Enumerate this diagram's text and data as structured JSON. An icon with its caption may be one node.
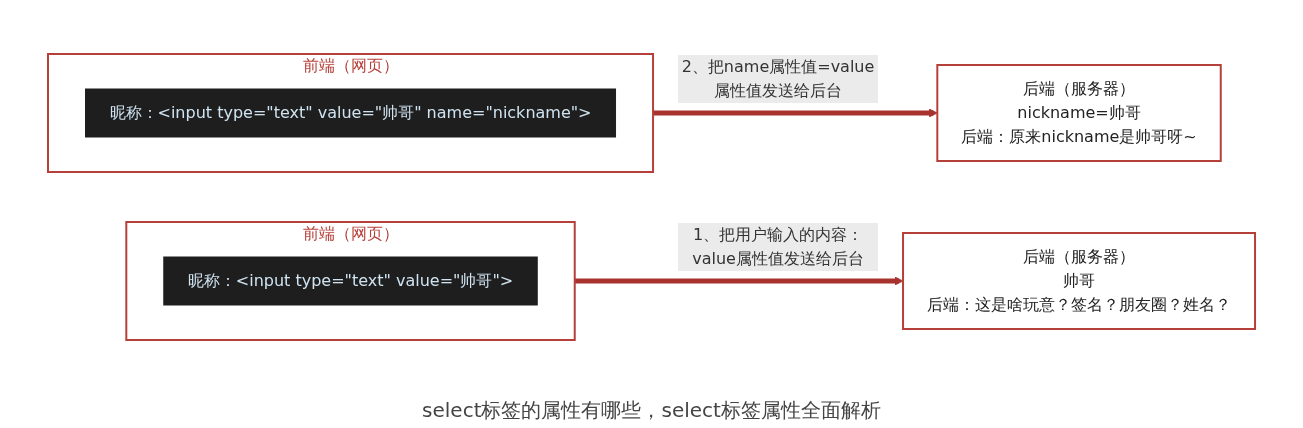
{
  "diagram": {
    "nodes": [
      {
        "text": [
          "前端（网页）"
        ]
      },
      {
        "text": [
          "昵称：<input type=\"text\" value=\"帅哥\">"
        ],
        "in": 0
      },
      {
        "text": [
          "后端（服务器）",
          "帅哥",
          "后端：这是啥玩意？签名？朋友圈？姓名？"
        ]
      },
      {
        "text": [
          "前端（网页）"
        ]
      },
      {
        "text": [
          "昵称：<input type=\"text\" value=\"帅哥\" name=\"nickname\">"
        ],
        "in": 3
      },
      {
        "text": [
          "后端（服务器）",
          "nickname=帅哥",
          "后端：原来nickname是帅哥呀~"
        ]
      }
    ],
    "edges": [
      {
        "from": 0,
        "to": 2,
        "arrow": "to",
        "label": "1、把用户输入的内容：value属性值发送给后台"
      },
      {
        "from": 3,
        "to": 5,
        "arrow": "to",
        "label": "2、把name属性值=value属性值发送给后台"
      }
    ],
    "labels": [
      "select标签的属性有哪些，select标签属性全面解析"
    ]
  }
}
